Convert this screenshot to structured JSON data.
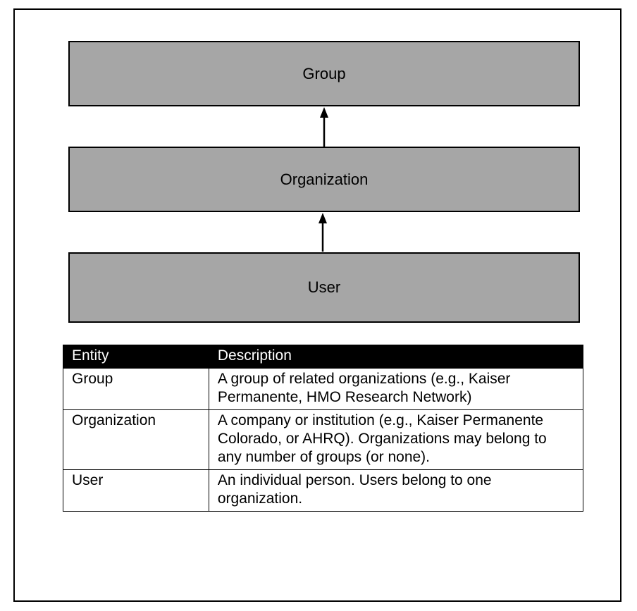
{
  "diagram": {
    "boxes": {
      "group": "Group",
      "organization": "Organization",
      "user": "User"
    },
    "arrows": [
      {
        "from": "User",
        "to": "Organization"
      },
      {
        "from": "Organization",
        "to": "Group"
      }
    ],
    "colors": {
      "box_fill": "#a6a6a6",
      "border": "#000000",
      "header_fill": "#000000",
      "header_text": "#ffffff"
    }
  },
  "table": {
    "headers": {
      "entity": "Entity",
      "description": "Description"
    },
    "rows": [
      {
        "entity": "Group",
        "description": "A group of related organizations (e.g., Kaiser Permanente, HMO Research Network)"
      },
      {
        "entity": "Organization",
        "description": "A company or institution (e.g., Kaiser Permanente Colorado, or AHRQ). Organizations may belong to any number of groups (or none)."
      },
      {
        "entity": "User",
        "description": "An individual person. Users belong to one organization."
      }
    ]
  }
}
